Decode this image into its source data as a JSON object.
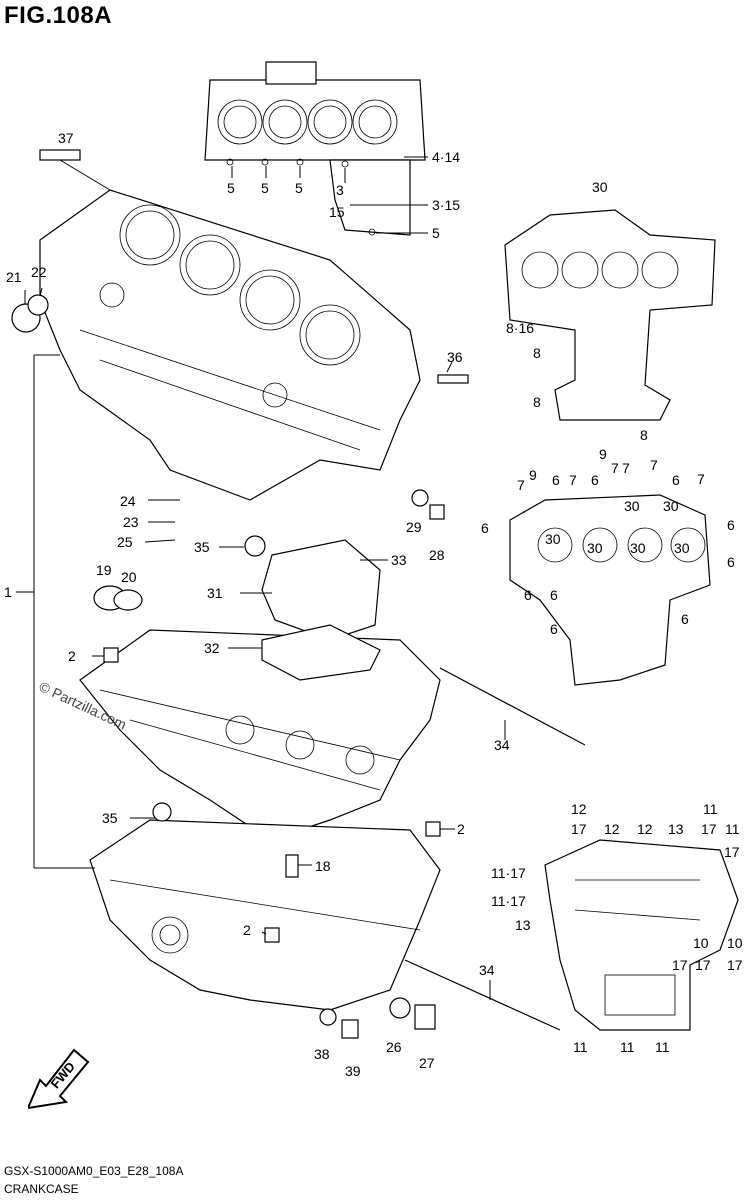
{
  "figure": {
    "title": "FIG.108A",
    "model_code": "GSX-S1000AM0_E03_E28_108A",
    "section_name": "CRANKCASE",
    "watermark": "© Partzilla.com",
    "direction_label": "FWD"
  },
  "callouts": {
    "c1": "1",
    "c2a": "2",
    "c2b": "2",
    "c2c": "2",
    "c3": "3",
    "c15": "15",
    "c3_15": "3·15",
    "c4_14": "4·14",
    "c5a": "5",
    "c5b": "5",
    "c5c": "5",
    "c5d": "5",
    "c8_16": "8·16",
    "c8a": "8",
    "c8b": "8",
    "c8c": "8",
    "c9a": "9",
    "c9b": "9",
    "c7a": "7",
    "c7b": "7",
    "c7c": "7",
    "c7d": "7",
    "c7e": "7",
    "c7f": "7",
    "c6a": "6",
    "c6b": "6",
    "c6c": "6",
    "c6d": "6",
    "c6e": "6",
    "c6f": "6",
    "c6g": "6",
    "c6h": "6",
    "c6i": "6",
    "c6j": "6",
    "c10a": "10",
    "c10b": "10",
    "c11a": "11",
    "c11b": "11",
    "c11c": "11",
    "c11d": "11",
    "c11_17a": "11·17",
    "c11_17b": "11·17",
    "c12a": "12",
    "c12b": "12",
    "c12c": "12",
    "c13a": "13",
    "c13b": "13",
    "c17a": "17",
    "c17b": "17",
    "c17c": "17",
    "c17d": "17",
    "c17e": "17",
    "c17f": "17",
    "c18": "18",
    "c19": "19",
    "c20": "20",
    "c21": "21",
    "c22": "22",
    "c23": "23",
    "c24": "24",
    "c25": "25",
    "c26": "26",
    "c27": "27",
    "c28": "28",
    "c29": "29",
    "c30a": "30",
    "c30b": "30",
    "c30c": "30",
    "c30d": "30",
    "c30e": "30",
    "c30f": "30",
    "c30g": "30",
    "c31": "31",
    "c32": "32",
    "c33": "33",
    "c34a": "34",
    "c34b": "34",
    "c35a": "35",
    "c35b": "35",
    "c36": "36",
    "c37": "37",
    "c38": "38",
    "c39": "39"
  }
}
